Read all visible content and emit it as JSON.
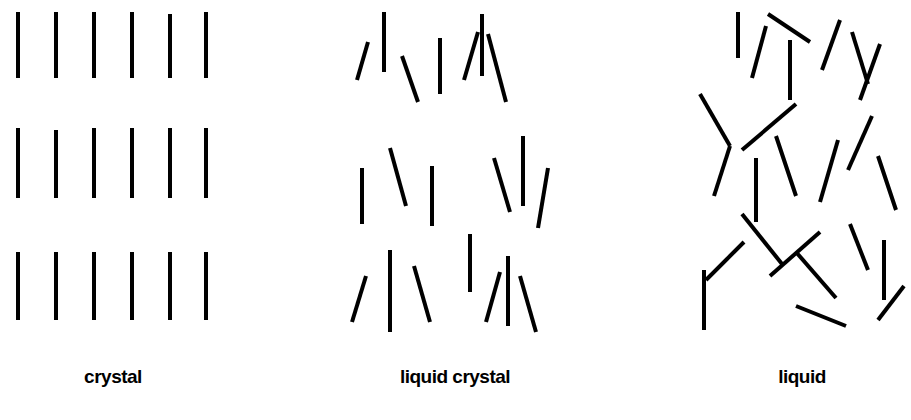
{
  "diagram": {
    "labels": [
      "crystal",
      "liquid crystal",
      "liquid"
    ]
  }
}
